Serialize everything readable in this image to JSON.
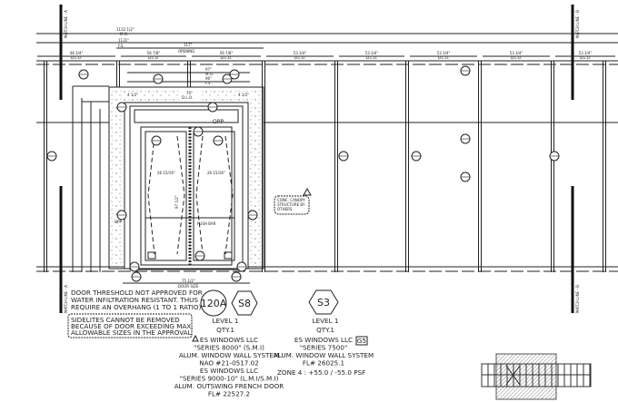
{
  "match_lines": {
    "left": "MATCH LINE - A",
    "right": "MATCH LINE - B"
  },
  "top_dims": {
    "overall_md": "1132 1/2\"",
    "overall_md_label": "M.O.",
    "overall_fs": "1131\"",
    "overall_fs_label": "F.S.",
    "opening": "117\"",
    "opening_label": "OPENING",
    "dlo_label": "D.L.O.",
    "bays": [
      "48 3/4\"",
      "56 7/8\"",
      "56 7/8\"",
      "53 3/4\"",
      "53 3/4\"",
      "53 3/4\"",
      "53 3/4\"",
      "53 3/4\""
    ],
    "inner_md": "97\"",
    "inner_md_label": "M.O.",
    "inner_fs": "96\"",
    "inner_fs_label": "F.S.",
    "door_dlo": "70\"",
    "side_dlo": "4 1/2\""
  },
  "door": {
    "leaf_dlo_left": "26 15/16\"",
    "leaf_dlo_right": "26 15/16\"",
    "height_dlo": "97 1/2\"",
    "push_bar": "PUSH BAR",
    "door_size": "75 1/2\"",
    "door_size_label": "DOOR SIZE",
    "opp": "OPP",
    "canopy_note": [
      "CONC. CANOPY",
      "STRUCTURE BY",
      "OTHERS"
    ]
  },
  "notes": {
    "threshold": [
      "DOOR THRESHOLD NOT APPROVED FOR",
      "WATER INFILTRATION RESISTANT. THUS",
      "REQUIRE AN OVERHANG (1 TO 1 RATIO)"
    ],
    "sidelites": [
      "SIDELITES CANNOT BE REMOVED",
      "BECAUSE OF DOOR EXCEEDING MAX.",
      "ALLOWABLE SIZES IN THE APPROVAL"
    ]
  },
  "tag_a": {
    "room": "120A",
    "type": "S8",
    "level": "LEVEL 1",
    "qty": "QTY.1",
    "lines": [
      "ES WINDOWS LLC",
      "\"SERIES 8000\" (S.M.I)",
      "ALUM. WINDOW WALL SYSTEM",
      "NAO #21-0517.02",
      "ES WINDOWS LLC",
      "\"SERIES 9000-10\" (L.M.I/S.M.I)",
      "ALUM. OUTSWING FRENCH DOOR",
      "FL# 22527.2"
    ]
  },
  "tag_b": {
    "type": "S3",
    "level": "LEVEL 1",
    "qty": "QTY.1",
    "badge": "G5",
    "lines": [
      "ES WINDOWS LLC",
      "\"SERIES 7500\"",
      "ALUM. WINDOW WALL SYSTEM",
      "FL# 26025.1"
    ],
    "zone": "ZONE 4 : +55.0 / -55.0 PSF"
  }
}
